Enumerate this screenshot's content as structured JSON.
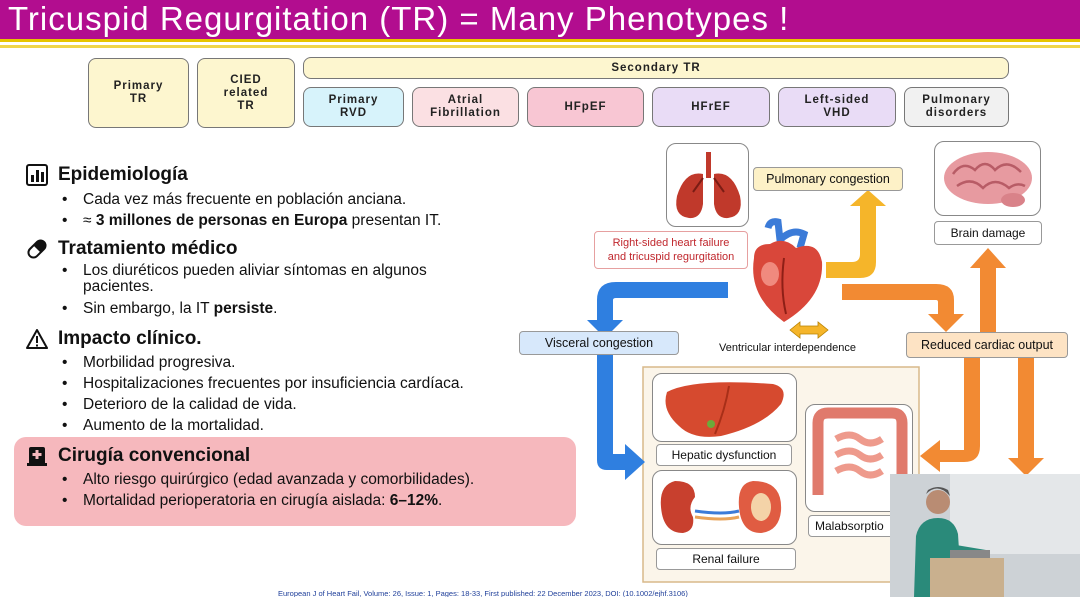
{
  "title": "Tricuspid Regurgitation (TR) = Many Phenotypes !",
  "phenotypes": {
    "primary": "Primary\nTR",
    "cied": "CIED\nrelated\nTR",
    "secondary_header": "Secondary TR",
    "secondary": [
      "Primary\nRVD",
      "Atrial\nFibrillation",
      "HFpEF",
      "HFrEF",
      "Left-sided\nVHD",
      "Pulmonary\ndisorders"
    ]
  },
  "sections": {
    "epidemiology": {
      "title": "Epidemiología",
      "icon": "bar-chart-icon",
      "bullet1": "Cada vez más frecuente en población anciana.",
      "bullet2_prefix": "≈ ",
      "bullet2_bold": "3 millones de personas en Europa",
      "bullet2_suffix": " presentan IT."
    },
    "treatment": {
      "title": "Tratamiento médico",
      "icon": "pill-icon",
      "bullet1": "Los diuréticos pueden aliviar síntomas en algunos pacientes.",
      "bullet2_prefix": "Sin embargo, la IT ",
      "bullet2_bold": "persiste",
      "bullet2_suffix": "."
    },
    "impact": {
      "title": "Impacto clínico.",
      "icon": "warning-icon",
      "bullets": [
        "Morbilidad progresiva.",
        "Hospitalizaciones frecuentes por insuficiencia cardíaca.",
        "Deterioro de la calidad de vida.",
        "Aumento de la mortalidad."
      ]
    },
    "surgery": {
      "title": "Cirugía convencional",
      "icon": "hospital-bed-icon",
      "bullet1": "Alto riesgo quirúrgico (edad avanzada y comorbilidades).",
      "bullet2_prefix": "Mortalidad perioperatoria en cirugía aislada: ",
      "bullet2_bold": "6–12%",
      "bullet2_suffix": "."
    }
  },
  "diagram": {
    "pulmonary_congestion": "Pulmonary congestion",
    "brain_damage": "Brain damage",
    "rhf": "Right-sided heart failure\nand tricuspid regurgitation",
    "visceral_congestion": "Visceral congestion",
    "ventricular_interdependence": "Ventricular interdependence",
    "reduced_output": "Reduced cardiac output",
    "hepatic_dysfunction": "Hepatic dysfunction",
    "malabsorption": "Malabsorptio",
    "renal_failure": "Renal failure"
  },
  "reference": "European J of Heart Fail, Volume: 26, Issue: 1, Pages: 18-33, First published: 22 December 2023, DOI: (10.1002/ejhf.3106)",
  "colors": {
    "title_bg": "#b20d8f",
    "accent_yellow": "#e7c500",
    "arrow_blue": "#2f7fe0",
    "arrow_orange": "#f28a33",
    "arrow_yellow": "#f5b52a",
    "surgery_bg": "#f6b8bd"
  }
}
